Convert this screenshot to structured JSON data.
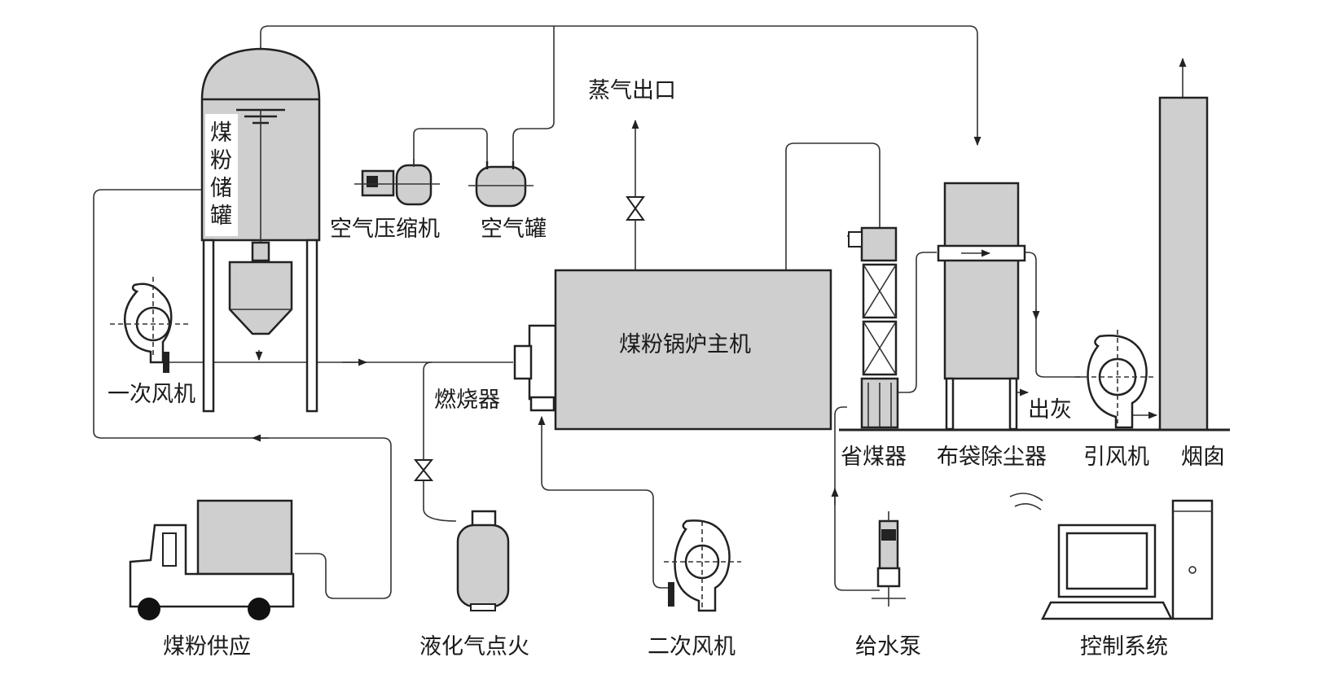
{
  "labels": {
    "storage_tank": [
      "煤",
      "粉",
      "储",
      "罐"
    ],
    "air_compressor": "空气压缩机",
    "air_tank": "空气罐",
    "steam_outlet": "蒸气出口",
    "boiler_main": "煤粉锅炉主机",
    "primary_fan": "一次风机",
    "burner": "燃烧器",
    "economizer": "省煤器",
    "bag_filter": "布袋除尘器",
    "induced_fan": "引风机",
    "chimney": "烟囱",
    "ash_out": "出灰",
    "coal_supply": "煤粉供应",
    "lpg_ignition": "液化气点火",
    "secondary_fan": "二次风机",
    "feed_pump": "给水泵",
    "control_system": "控制系统"
  },
  "colors": {
    "equipment_fill": "#cfcfcf",
    "line": "#222222",
    "background": "#ffffff"
  }
}
